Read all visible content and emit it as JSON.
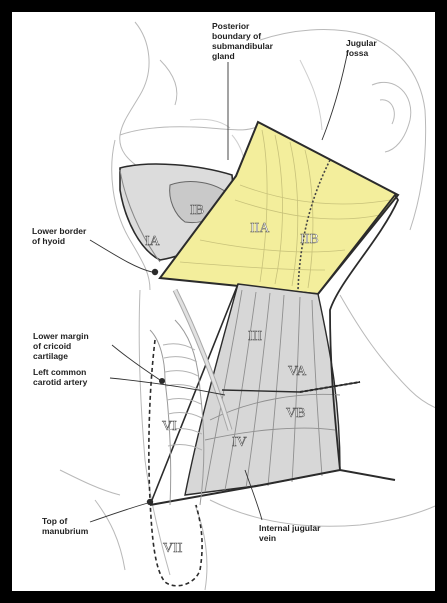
{
  "labels": {
    "posterior_boundary": [
      "Posterior",
      "boundary of",
      "submandibular",
      "gland"
    ],
    "jugular_fossa": [
      "Jugular",
      "fossa"
    ],
    "lower_border_hyoid": [
      "Lower border",
      "of hyoid"
    ],
    "lower_margin_cricoid": [
      "Lower margin",
      "of cricoid",
      "cartilage"
    ],
    "left_common_carotid": [
      "Left common",
      "carotid artery"
    ],
    "top_of_manubrium": [
      "Top of",
      "manubrium"
    ],
    "internal_jugular_vein": [
      "Internal jugular",
      "vein"
    ]
  },
  "levels": {
    "IA": "IA",
    "IB": "IB",
    "IIA": "IIA",
    "IIB": "IIB",
    "III": "III",
    "IV": "IV",
    "VA": "VA",
    "VB": "VB",
    "VI": "VI",
    "VII": "VII"
  },
  "colors": {
    "level_II_fill": "#f3ee9c",
    "outline": "#2b2b2b",
    "background": "#000000"
  }
}
